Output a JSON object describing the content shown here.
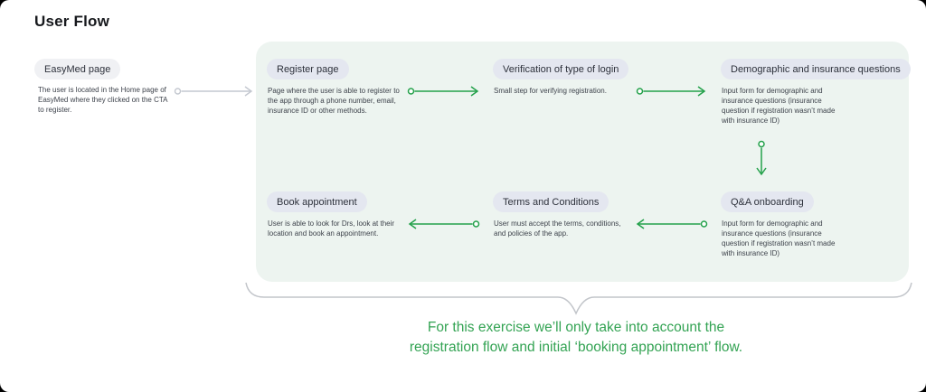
{
  "page": {
    "title": "User Flow"
  },
  "colors": {
    "accent_green": "#24a14b",
    "caption_green": "#33a353",
    "group_background": "#edf4f0",
    "pill_inside": "#e4e7f0",
    "pill_outside": "#f0f1f4",
    "connector_gray": "#c4c8d0",
    "brace_gray": "#c2c5ca",
    "card_background": "#ffffff"
  },
  "start_node": {
    "label": "EasyMed page",
    "description": "The user is located in the Home page of EasyMed where they clicked on the CTA to register."
  },
  "flow": {
    "nodes": [
      {
        "id": "register",
        "label": "Register page",
        "description": "Page where the user is able to register to the app through a phone number, email, insurance ID or other methods."
      },
      {
        "id": "verification",
        "label": "Verification of type of login",
        "description": "Small step for verifying registration."
      },
      {
        "id": "demographic",
        "label": "Demographic and insurance questions",
        "description": "Input form for demographic and insurance questions (insurance question if registration wasn’t made with insurance ID)"
      },
      {
        "id": "qa",
        "label": "Q&A onboarding",
        "description": "Input form for demographic and insurance questions (insurance question if registration wasn’t made with insurance ID)"
      },
      {
        "id": "terms",
        "label": "Terms and Conditions",
        "description": "User must accept the terms, conditions, and policies of the app."
      },
      {
        "id": "book",
        "label": "Book appointment",
        "description": "User is able to look for Drs, look at their location and book an appointment."
      }
    ]
  },
  "caption": {
    "line1": "For this exercise we’ll only take into account the",
    "line2": "registration flow and initial ‘booking appointment’ flow."
  }
}
